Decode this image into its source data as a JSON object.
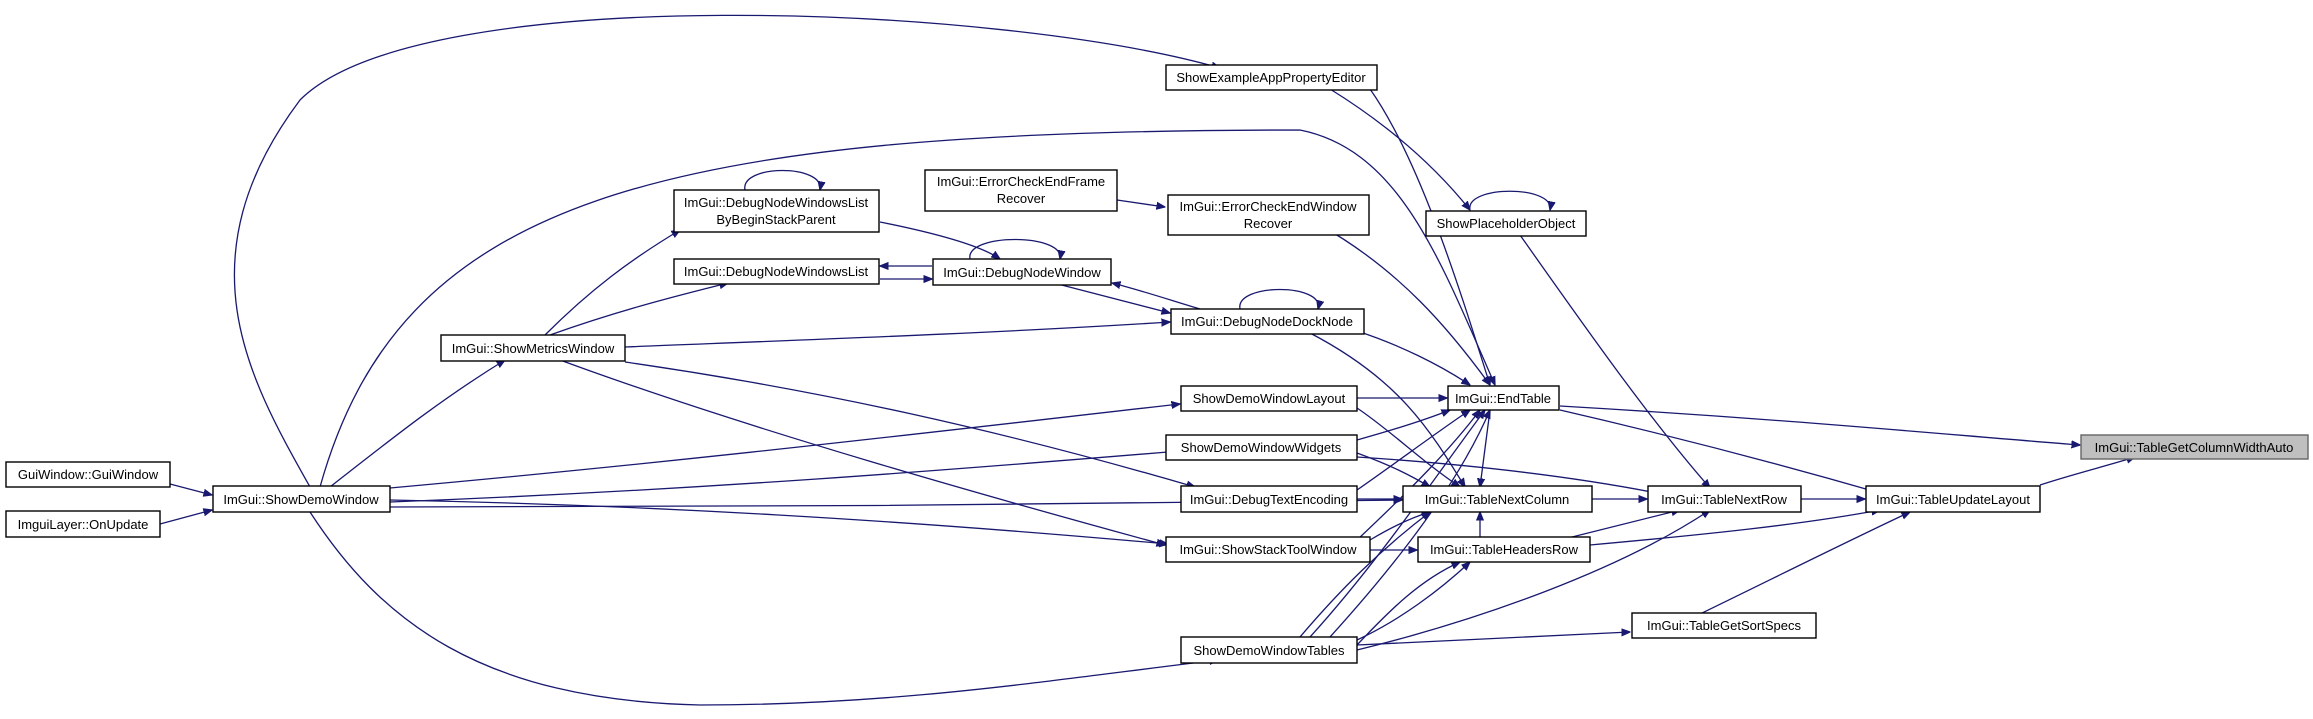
{
  "nodes": [
    {
      "id": "root",
      "lines": [
        "ImGui::TableGetColumnWidthAuto"
      ],
      "root": true
    },
    {
      "id": "EndTable",
      "lines": [
        "ImGui::EndTable"
      ]
    },
    {
      "id": "TableUpdateLayout",
      "lines": [
        "ImGui::TableUpdateLayout"
      ]
    },
    {
      "id": "TableNextRow",
      "lines": [
        "ImGui::TableNextRow"
      ]
    },
    {
      "id": "TableGetSortSpecs",
      "lines": [
        "ImGui::TableGetSortSpecs"
      ]
    },
    {
      "id": "TableNextColumn",
      "lines": [
        "ImGui::TableNextColumn"
      ]
    },
    {
      "id": "TableHeadersRow",
      "lines": [
        "ImGui::TableHeadersRow"
      ]
    },
    {
      "id": "ShowPlaceholderObject",
      "lines": [
        "ShowPlaceholderObject"
      ]
    },
    {
      "id": "ShowExampleAppPropertyEditor",
      "lines": [
        "ShowExampleAppPropertyEditor"
      ]
    },
    {
      "id": "ErrorCheckEndFrameRecover",
      "lines": [
        "ImGui::ErrorCheckEndFrame",
        "Recover"
      ]
    },
    {
      "id": "ErrorCheckEndWindowRecover",
      "lines": [
        "ImGui::ErrorCheckEndWindow",
        "Recover"
      ]
    },
    {
      "id": "DebugNodeDockNode",
      "lines": [
        "ImGui::DebugNodeDockNode"
      ]
    },
    {
      "id": "DebugNodeWindow",
      "lines": [
        "ImGui::DebugNodeWindow"
      ]
    },
    {
      "id": "DebugNodeWindowsListByBeginStackParent",
      "lines": [
        "ImGui::DebugNodeWindowsList",
        "ByBeginStackParent"
      ]
    },
    {
      "id": "DebugNodeWindowsList",
      "lines": [
        "ImGui::DebugNodeWindowsList"
      ]
    },
    {
      "id": "ShowMetricsWindow",
      "lines": [
        "ImGui::ShowMetricsWindow"
      ]
    },
    {
      "id": "ShowDemoWindowLayout",
      "lines": [
        "ShowDemoWindowLayout"
      ]
    },
    {
      "id": "ShowDemoWindowWidgets",
      "lines": [
        "ShowDemoWindowWidgets"
      ]
    },
    {
      "id": "DebugTextEncoding",
      "lines": [
        "ImGui::DebugTextEncoding"
      ]
    },
    {
      "id": "ShowStackToolWindow",
      "lines": [
        "ImGui::ShowStackToolWindow"
      ]
    },
    {
      "id": "ShowDemoWindowTables",
      "lines": [
        "ShowDemoWindowTables"
      ]
    },
    {
      "id": "ShowDemoWindow",
      "lines": [
        "ImGui::ShowDemoWindow"
      ]
    },
    {
      "id": "GuiWindow",
      "lines": [
        "GuiWindow::GuiWindow"
      ]
    },
    {
      "id": "OnUpdate",
      "lines": [
        "ImguiLayer::OnUpdate"
      ]
    }
  ]
}
